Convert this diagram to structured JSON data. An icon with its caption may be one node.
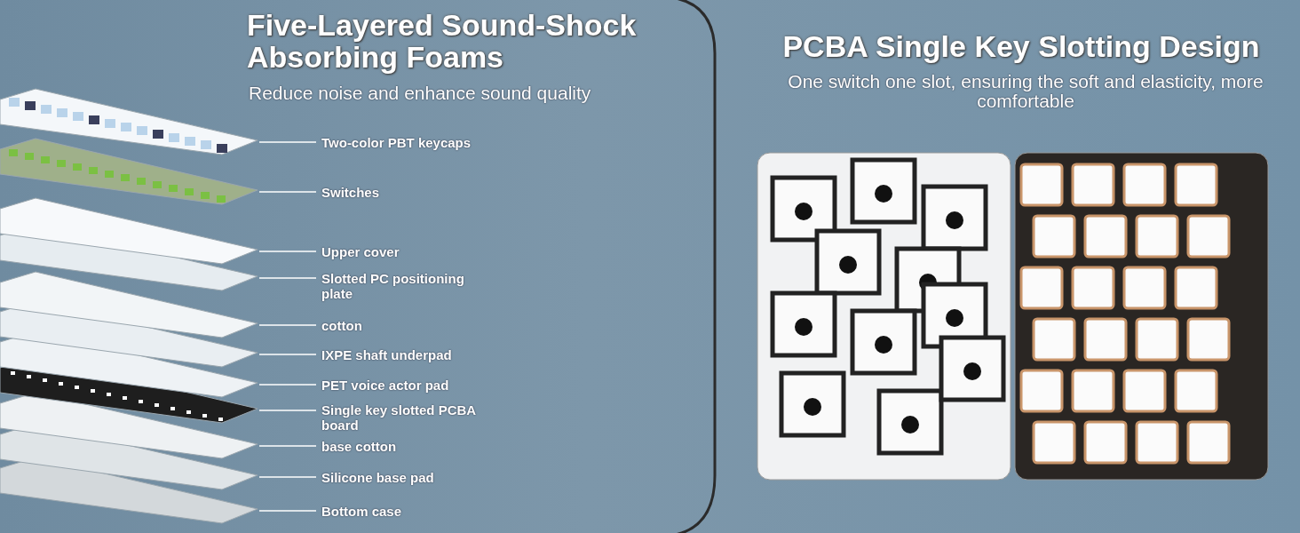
{
  "diagram": {
    "nodes": [
      {
        "text": [
          "Two-color PBT keycaps"
        ]
      },
      {
        "text": [
          "Switches"
        ]
      },
      {
        "text": [
          "Upper cover"
        ]
      },
      {
        "text": [
          "Slotted PC positioning plate"
        ]
      },
      {
        "text": [
          "cotton"
        ]
      },
      {
        "text": [
          "IXPE shaft underpad"
        ]
      },
      {
        "text": [
          "PET voice actor pad"
        ]
      },
      {
        "text": [
          "Single key slotted PCBA board"
        ]
      },
      {
        "text": [
          "base cotton"
        ]
      },
      {
        "text": [
          "Silicone base pad"
        ]
      },
      {
        "text": [
          "Bottom case"
        ]
      }
    ],
    "edges": [
      {
        "from": 0,
        "to": null,
        "arrow": "none"
      },
      {
        "from": 1,
        "to": null,
        "arrow": "none"
      },
      {
        "from": 2,
        "to": null,
        "arrow": "none"
      },
      {
        "from": 3,
        "to": null,
        "arrow": "none"
      },
      {
        "from": 4,
        "to": null,
        "arrow": "none"
      },
      {
        "from": 5,
        "to": null,
        "arrow": "none"
      },
      {
        "from": 6,
        "to": null,
        "arrow": "none"
      },
      {
        "from": 7,
        "to": null,
        "arrow": "none"
      },
      {
        "from": 8,
        "to": null,
        "arrow": "none"
      },
      {
        "from": 9,
        "to": null,
        "arrow": "none"
      },
      {
        "from": 10,
        "to": null,
        "arrow": "none"
      }
    ],
    "labels": [
      "Five-Layered Sound-Shock Absorbing Foams",
      "Reduce noise and enhance sound quality",
      "PCBA Single Key Slotting Design",
      "One switch one slot, ensuring the soft and elasticity, more comfortable"
    ]
  }
}
